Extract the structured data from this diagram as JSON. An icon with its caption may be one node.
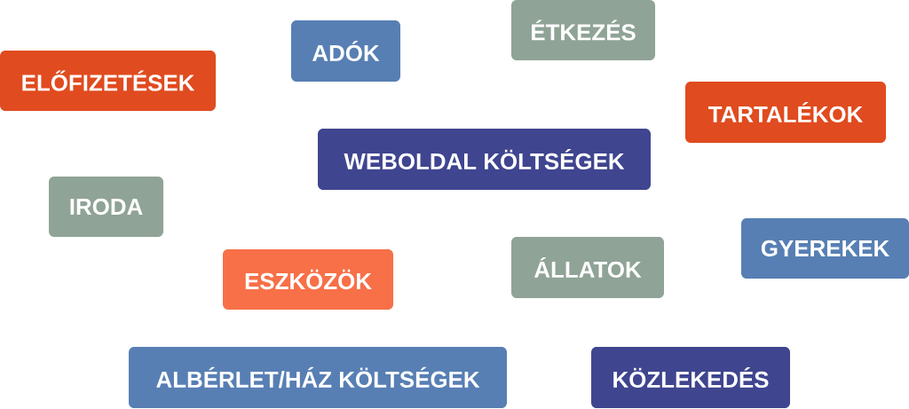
{
  "diagram": {
    "nodes": [
      {
        "text": [
          "ELŐFIZETÉSEK"
        ]
      },
      {
        "text": [
          "ADÓK"
        ]
      },
      {
        "text": [
          "ÉTKEZÉS"
        ]
      },
      {
        "text": [
          "TARTALÉKOK"
        ]
      },
      {
        "text": [
          "WEBOLDAL KÖLTSÉGEK"
        ]
      },
      {
        "text": [
          "IRODA"
        ]
      },
      {
        "text": [
          "ESZKÖZÖK"
        ]
      },
      {
        "text": [
          "ÁLLATOK"
        ]
      },
      {
        "text": [
          "GYEREKEK"
        ]
      },
      {
        "text": [
          "ALBÉRLET/HÁZ KÖLTSÉGEK"
        ]
      },
      {
        "text": [
          "KÖZLEKEDÉS"
        ]
      }
    ]
  }
}
